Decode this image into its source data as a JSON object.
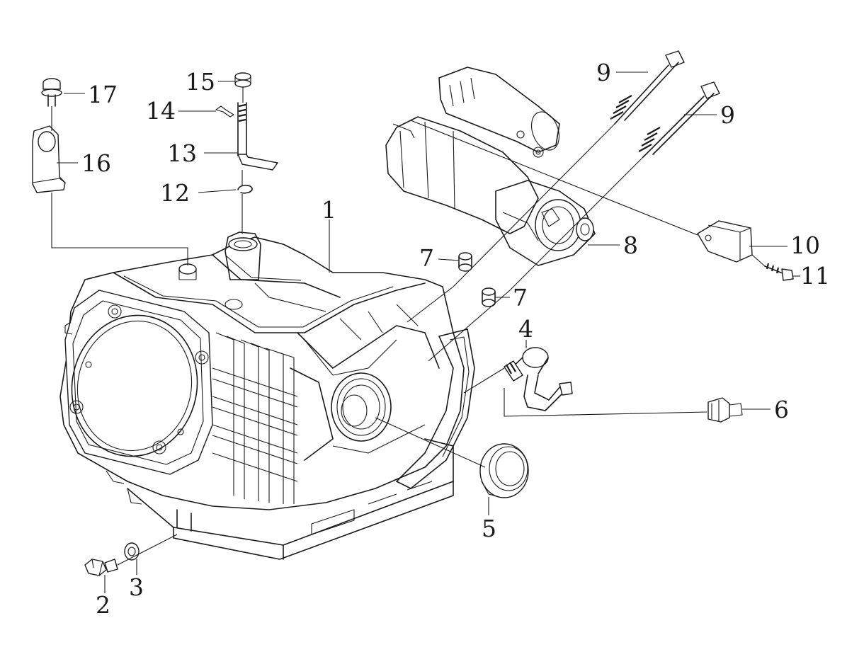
{
  "callouts": {
    "p1": "1",
    "p2": "2",
    "p3": "3",
    "p4": "4",
    "p5": "5",
    "p6": "6",
    "p7a": "7",
    "p7b": "7",
    "p8": "8",
    "p9a": "9",
    "p9b": "9",
    "p10": "10",
    "p11": "11",
    "p12": "12",
    "p13": "13",
    "p14": "14",
    "p15": "15",
    "p16": "16",
    "p17": "17"
  }
}
